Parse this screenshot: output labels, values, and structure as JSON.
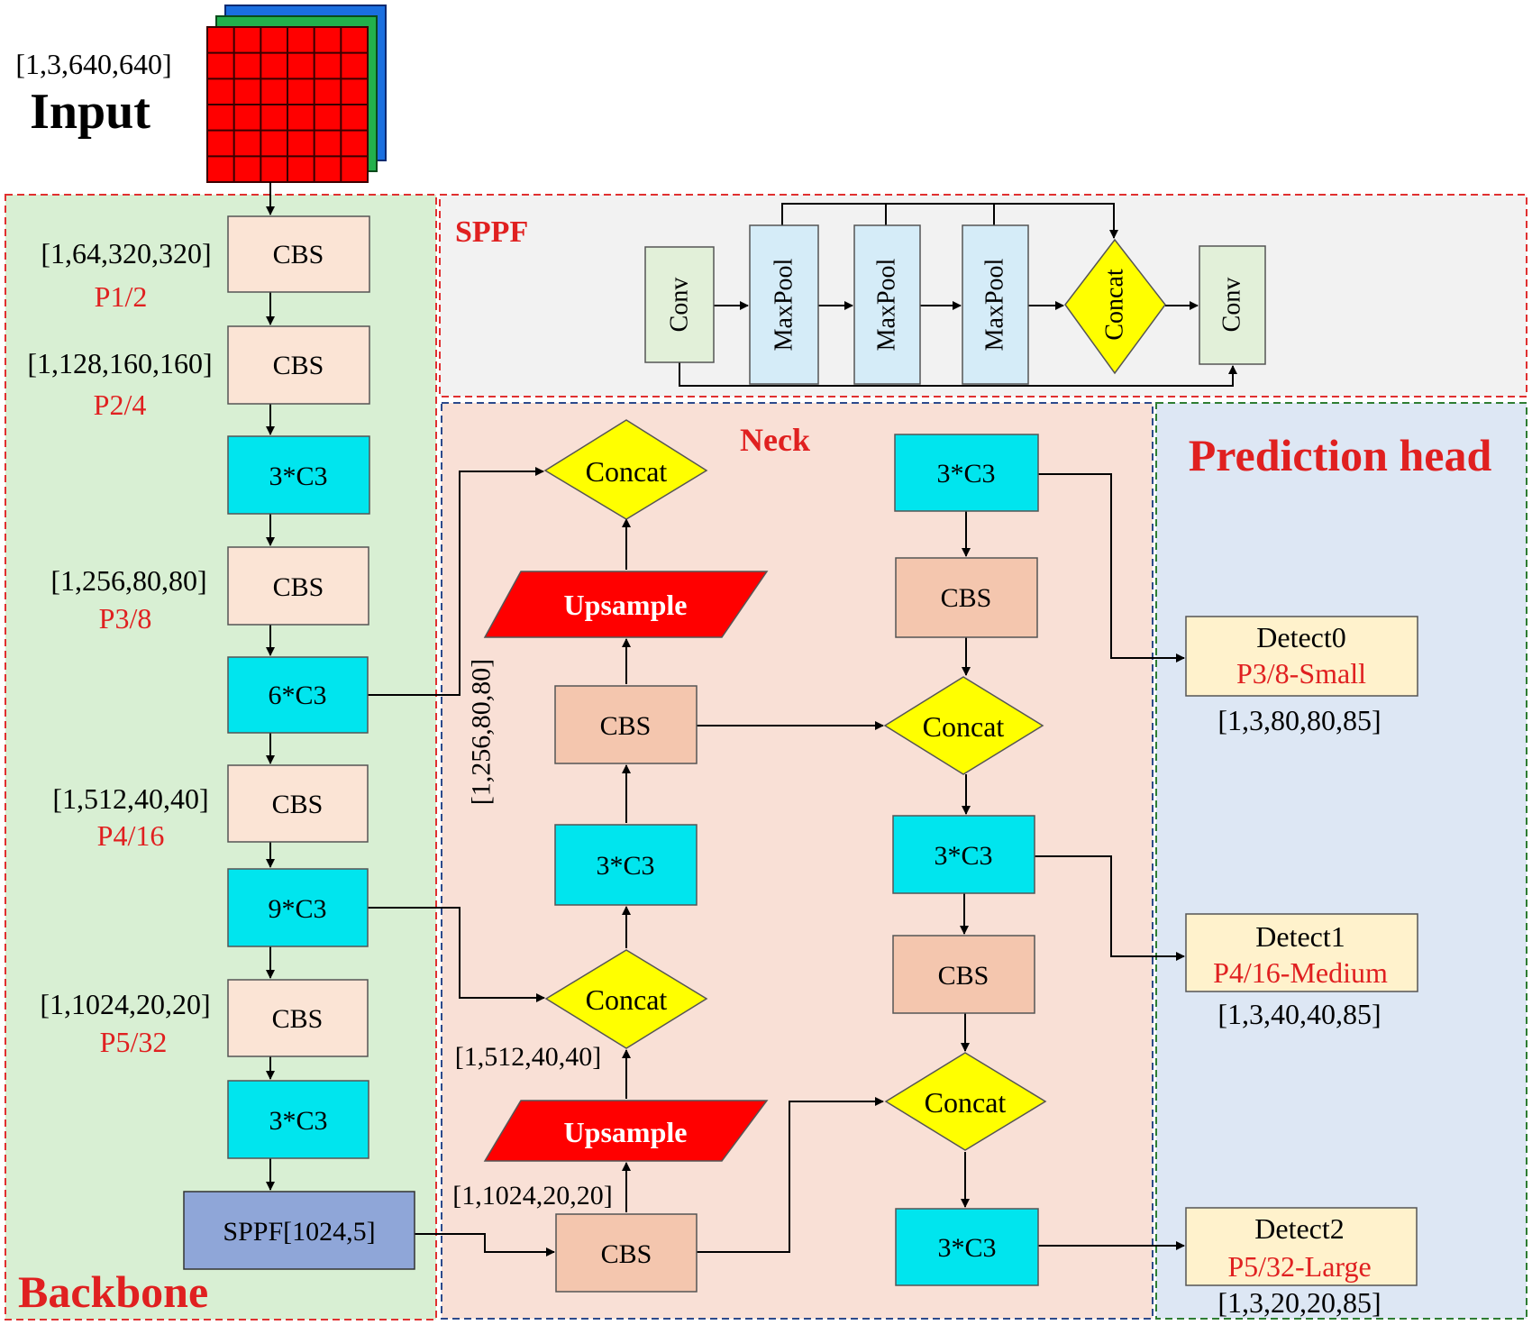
{
  "input": {
    "shape": "[1,3,640,640]",
    "title": "Input",
    "colors": {
      "front": "#ff0000",
      "middle": "#22b14c",
      "back": "#1a6fe0",
      "grid": "#3a0000"
    }
  },
  "regions": {
    "backbone": {
      "label": "Backbone",
      "fill": "#d8efd3",
      "border": "#e03030"
    },
    "sppf": {
      "label": "SPPF",
      "fill": "#f2f2f2",
      "border": "#e03030"
    },
    "neck": {
      "label": "Neck",
      "fill": "#f9e0d6",
      "border": "#2c4a8c"
    },
    "head": {
      "label": "Prediction head",
      "fill": "#dde7f4",
      "border": "#2e7d32"
    }
  },
  "backbone": {
    "blocks": [
      {
        "label": "CBS",
        "shape": "[1,64,320,320]",
        "scale": "P1/2"
      },
      {
        "label": "CBS",
        "shape": "[1,128,160,160]",
        "scale": "P2/4"
      },
      {
        "label": "3*C3"
      },
      {
        "label": "CBS",
        "shape": "[1,256,80,80]",
        "scale": "P3/8"
      },
      {
        "label": "6*C3"
      },
      {
        "label": "CBS",
        "shape": "[1,512,40,40]",
        "scale": "P4/16"
      },
      {
        "label": "9*C3"
      },
      {
        "label": "CBS",
        "shape": "[1,1024,20,20]",
        "scale": "P5/32"
      },
      {
        "label": "3*C3"
      },
      {
        "label": "SPPF[1024,5]"
      }
    ]
  },
  "sppf_detail": {
    "blocks": [
      "Conv",
      "MaxPool",
      "MaxPool",
      "MaxPool",
      "Concat",
      "Conv"
    ]
  },
  "neck": {
    "left_column": {
      "concat_top": "Concat",
      "upsample_top": "Upsample",
      "cbs_mid": "CBS",
      "c3_mid": "3*C3",
      "concat_mid": "Concat",
      "upsample_bottom": "Upsample",
      "cbs_bottom": "CBS"
    },
    "right_column": {
      "c3_top": "3*C3",
      "cbs_top": "CBS",
      "concat_top": "Concat",
      "c3_mid": "3*C3",
      "cbs_mid": "CBS",
      "concat_bottom": "Concat",
      "c3_bottom": "3*C3"
    },
    "shape_labels": {
      "vertical": "[1,256,80,80]",
      "mid": "[1,512,40,40]",
      "bottom": "[1,1024,20,20]"
    }
  },
  "head": {
    "detects": [
      {
        "name": "Detect0",
        "scale": "P3/8-Small",
        "shape": "[1,3,80,80,85]"
      },
      {
        "name": "Detect1",
        "scale": "P4/16-Medium",
        "shape": "[1,3,40,40,85]"
      },
      {
        "name": "Detect2",
        "scale": "P5/32-Large",
        "shape": "[1,3,20,20,85]"
      }
    ]
  },
  "colors": {
    "cbs_backbone": "#fbe4d5",
    "cbs_neck": "#f4c6ae",
    "c3": "#00e5ee",
    "sppf_block": "#8fa6d8",
    "concat": "#ffff00",
    "upsample": "#ff0000",
    "conv": "#e2f0d9",
    "maxpool": "#d5ecf8",
    "detect": "#fff2cc",
    "red_text": "#e02020"
  }
}
